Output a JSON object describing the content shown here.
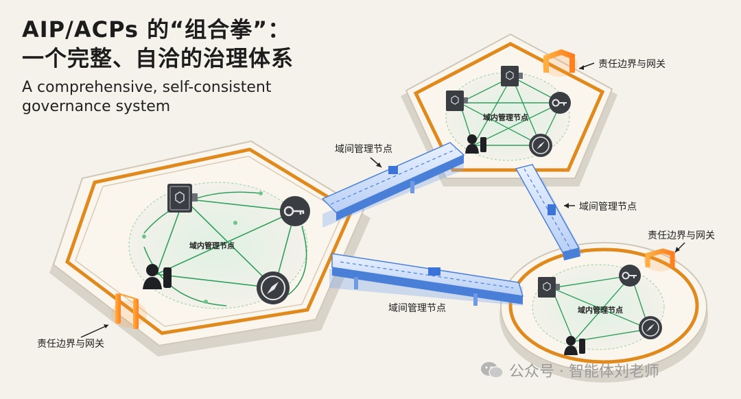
{
  "title": {
    "cn_line1": "AIP/ACPs 的“组合拳”：",
    "cn_line2": "一个完整、自洽的治理体系",
    "en": "A comprehensive, self-consistent governance system"
  },
  "domains": [
    {
      "label": "域内管理节点",
      "gateway_label": "责任边界与网关"
    },
    {
      "label": "域内管理节点",
      "gateway_label": "责任边界与网关"
    },
    {
      "label": "域内管理节点",
      "gateway_label": "责任边界与网关"
    }
  ],
  "bridges": [
    {
      "label": "域间管理节点"
    },
    {
      "label": "域间管理节点"
    },
    {
      "label": "域间管理节点"
    }
  ],
  "icons": [
    "ledger-icon",
    "key-icon",
    "compass-icon",
    "identity-icon"
  ],
  "watermark": {
    "text": "公众号 · 智能体刘老师",
    "icon": "wechat-icon"
  },
  "colors": {
    "boundary": "#e08a1e",
    "bridge": "#4a7fd8",
    "network": "#2f9e5c",
    "icon_dark": "#3a3d42"
  }
}
